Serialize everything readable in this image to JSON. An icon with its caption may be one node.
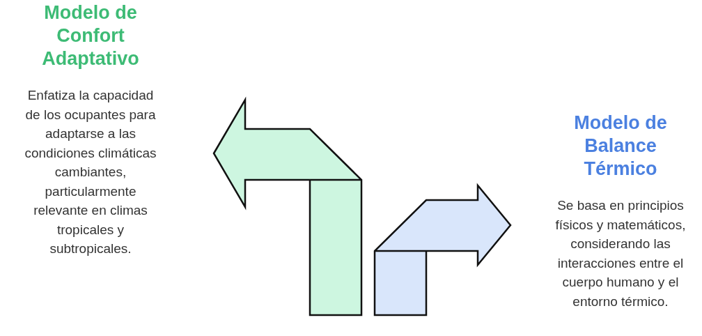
{
  "diagram": {
    "nodes": [
      {
        "text": [
          "Modelo de Confort Adaptativo",
          "Enfatiza la capacidad de los ocupantes para adaptarse a las condiciones climáticas cambiantes, particularmente relevante en climas tropicales y subtropicales."
        ]
      },
      {
        "text": [
          "Modelo de Balance Térmico",
          "Se basa en principios físicos y matemáticos, considerando las interacciones entre el cuerpo humano y el entorno térmico."
        ]
      }
    ]
  }
}
